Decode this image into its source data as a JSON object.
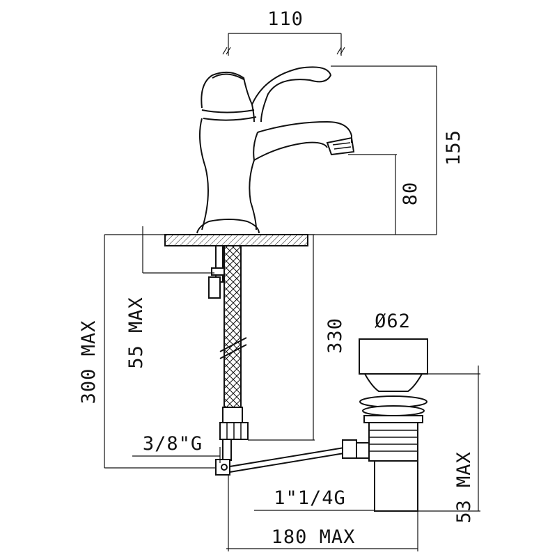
{
  "drawing": {
    "dimensions": {
      "top_width": "110",
      "total_height": "155",
      "spout_height": "80",
      "max_depth": "300 MAX",
      "deck_thickness": "55 MAX",
      "hose_length": "330",
      "waste_diameter": "Ø62",
      "hose_thread": "3/8\"G",
      "waste_thread": "1\"1/4G",
      "waste_height": "53 MAX",
      "rod_length": "180 MAX"
    },
    "colors": {
      "line": "#111111",
      "background": "#ffffff"
    }
  }
}
